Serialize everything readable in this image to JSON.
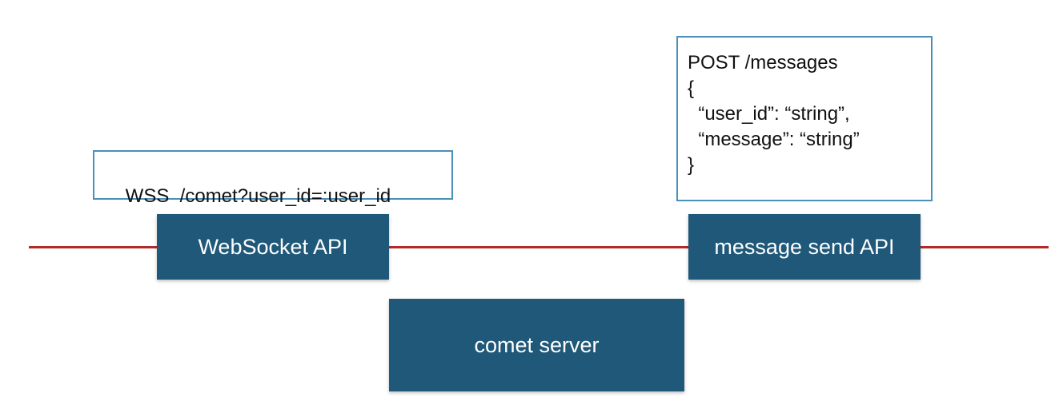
{
  "wss_endpoint": {
    "text": "WSS  /comet?user_id=:user_id"
  },
  "post_endpoint": {
    "lines": [
      "POST /messages",
      "{",
      "  “user_id”: “string”,",
      "  “message”: “string”",
      "}"
    ]
  },
  "components": {
    "websocket_api": "WebSocket API",
    "message_send_api": "message send API",
    "comet_server": "comet server"
  },
  "colors": {
    "component_fill": "#1f5878",
    "component_text": "#ffffff",
    "code_box_border": "#4a90b8",
    "boundary_line": "#b22a2a"
  }
}
